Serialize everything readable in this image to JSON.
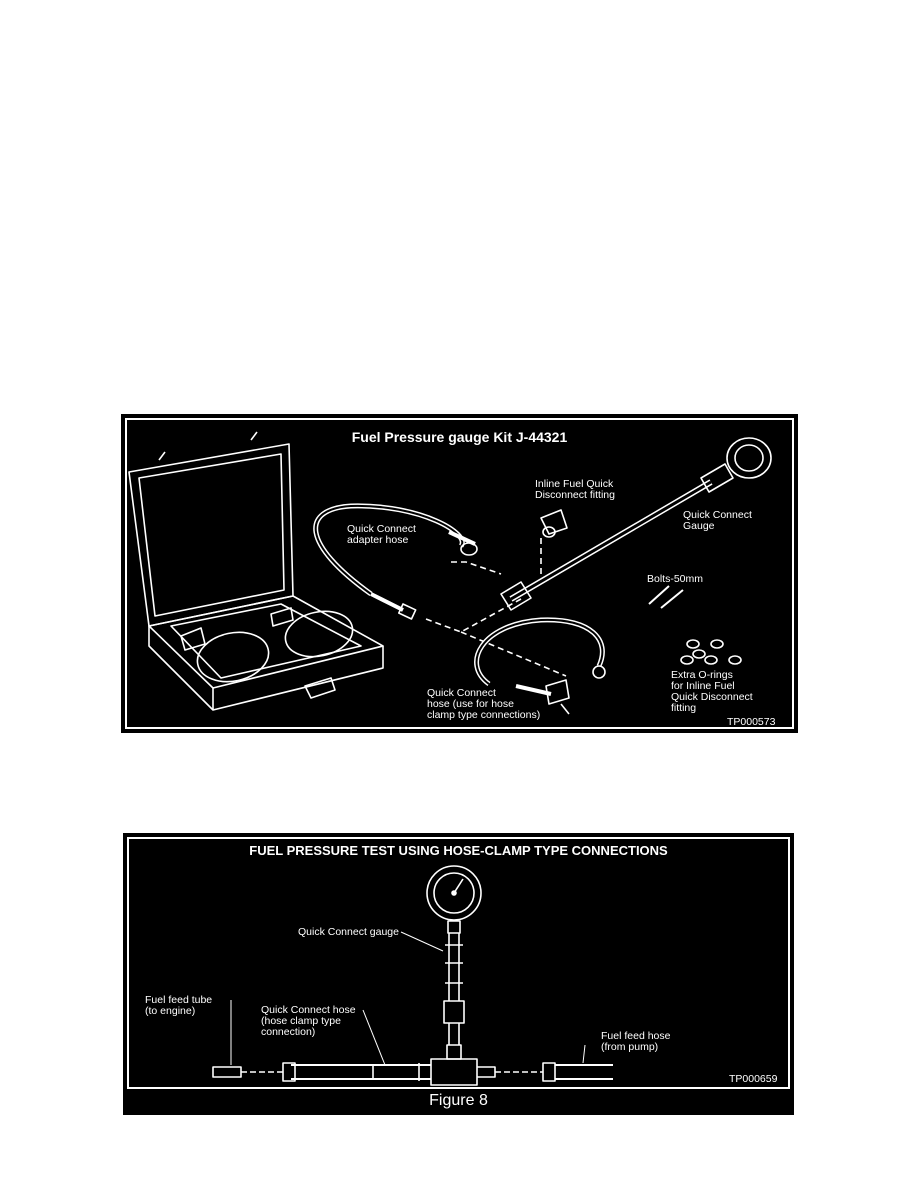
{
  "figure_kit": {
    "title": "Fuel Pressure gauge Kit J-44321",
    "labels": {
      "inline_fitting": "Inline Fuel Quick\nDisconnect fitting",
      "adapter_hose": "Quick Connect\nadapter hose",
      "gauge": "Quick Connect\nGauge",
      "bolts": "Bolts-50mm",
      "orings": "Extra O-rings\nfor Inline Fuel\nQuick Disconnect\nfitting",
      "hose": "Quick Connect\nhose (use for hose\nclamp type connections)"
    },
    "code": "TP000573"
  },
  "figure_test": {
    "title": "FUEL PRESSURE TEST USING HOSE-CLAMP TYPE CONNECTIONS",
    "labels": {
      "gauge": "Quick Connect gauge",
      "feed_tube": "Fuel feed tube\n(to engine)",
      "qc_hose": "Quick Connect hose\n(hose clamp type\nconnection)",
      "feed_hose": "Fuel feed hose\n(from pump)"
    },
    "code": "TP000659",
    "caption": "Figure 8"
  }
}
